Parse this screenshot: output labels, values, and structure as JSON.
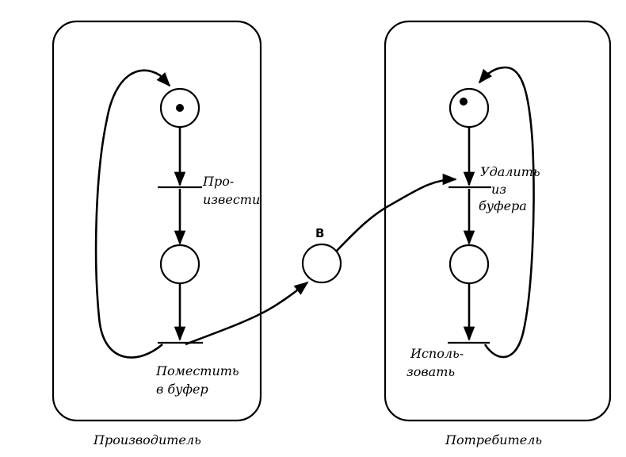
{
  "producer": {
    "caption": "Производитель",
    "transition_produce": [
      "Про-",
      "извести"
    ],
    "transition_put": [
      "Поместить",
      "в буфер"
    ]
  },
  "consumer": {
    "caption": "Потребитель",
    "transition_remove": [
      "Удалить",
      "из",
      "буфера"
    ],
    "transition_use": [
      "Исполь-",
      "зовать"
    ]
  },
  "buffer": {
    "label": "B"
  }
}
